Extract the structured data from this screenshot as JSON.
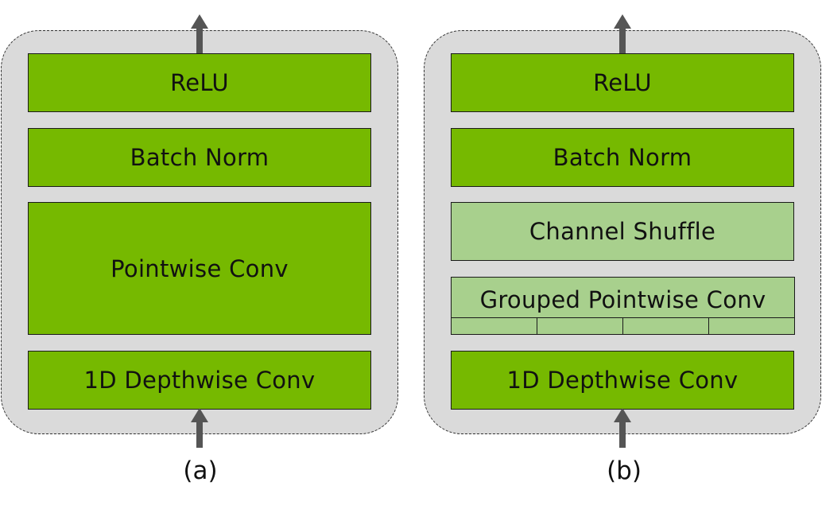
{
  "colors": {
    "block_dark": "#76b900",
    "block_light": "#a8d08d",
    "panel_background": "#dadada",
    "arrow": "#555555"
  },
  "panel_a": {
    "caption": "(a)",
    "blocks": {
      "relu": "ReLU",
      "batch_norm": "Batch Norm",
      "pointwise_conv": "Pointwise Conv",
      "depthwise_conv": "1D Depthwise Conv"
    }
  },
  "panel_b": {
    "caption": "(b)",
    "blocks": {
      "relu": "ReLU",
      "batch_norm": "Batch Norm",
      "channel_shuffle": "Channel Shuffle",
      "grouped_pointwise_conv": "Grouped Pointwise Conv",
      "depthwise_conv": "1D Depthwise Conv"
    },
    "group_count": 4
  }
}
